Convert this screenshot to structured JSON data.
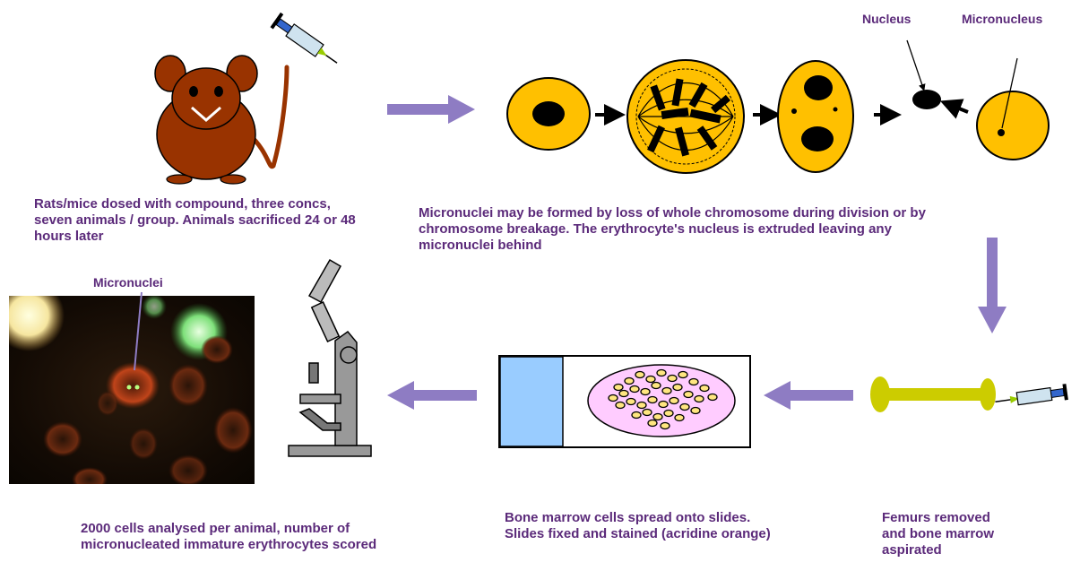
{
  "captions": {
    "step1": "Rats/mice dosed with compound, three concs, seven animals / group.  Animals sacrificed 24 or 48 hours later",
    "step2": "Micronuclei  may be formed by loss of whole chromosome during division or by chromosome breakage.  The erythrocyte's nucleus is extruded leaving any micronuclei behind",
    "step3": "Femurs removed and bone marrow aspirated",
    "step4": "Bone marrow cells spread onto slides.  Slides fixed and stained (acridine  orange)",
    "step5": "2000 cells analysed per animal, number of micronucleated immature erythrocytes scored"
  },
  "labels": {
    "nucleus": "Nucleus",
    "micronucleus": "Micronucleus",
    "micronuclei": "Micronuclei"
  },
  "colors": {
    "text": "#5b2a7a",
    "arrow": "#8e7cc3",
    "cell_fill": "#ffc000",
    "rodent": "#993300",
    "slide_label": "#99ccff",
    "smear": "#ffccff",
    "femur": "#cccc00"
  },
  "icons": [
    "mouse-icon",
    "syringe-icon",
    "microscope-icon",
    "femur-icon",
    "slide-icon"
  ]
}
